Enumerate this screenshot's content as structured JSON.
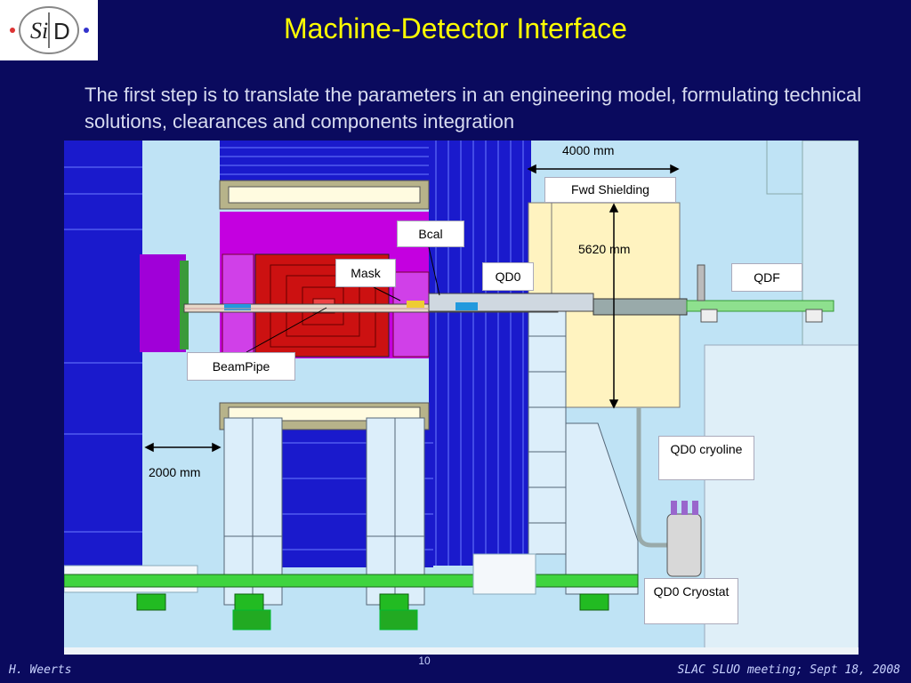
{
  "logo": {
    "text_s": "Si",
    "text_d": "D"
  },
  "slide": {
    "title": "Machine-Detector Interface",
    "body": "The first step is to translate the parameters in an engineering model, formulating technical solutions, clearances and components integration"
  },
  "figure": {
    "labels": {
      "fwd_shielding": "Fwd Shielding",
      "bcal": "Bcal",
      "mask": "Mask",
      "qd0": "QD0",
      "qdf": "QDF",
      "beampipe": "BeamPipe",
      "qd0_cryoline": "QD0 cryoline",
      "qd0_cryostat": "QD0 Cryostat"
    },
    "dimensions": {
      "d4000": "4000 mm",
      "d5620": "5620 mm",
      "d2000": "2000 mm"
    }
  },
  "footer": {
    "author": "H. Weerts",
    "page": "10",
    "event": "SLAC SLUO meeting; Sept 18, 2008"
  }
}
